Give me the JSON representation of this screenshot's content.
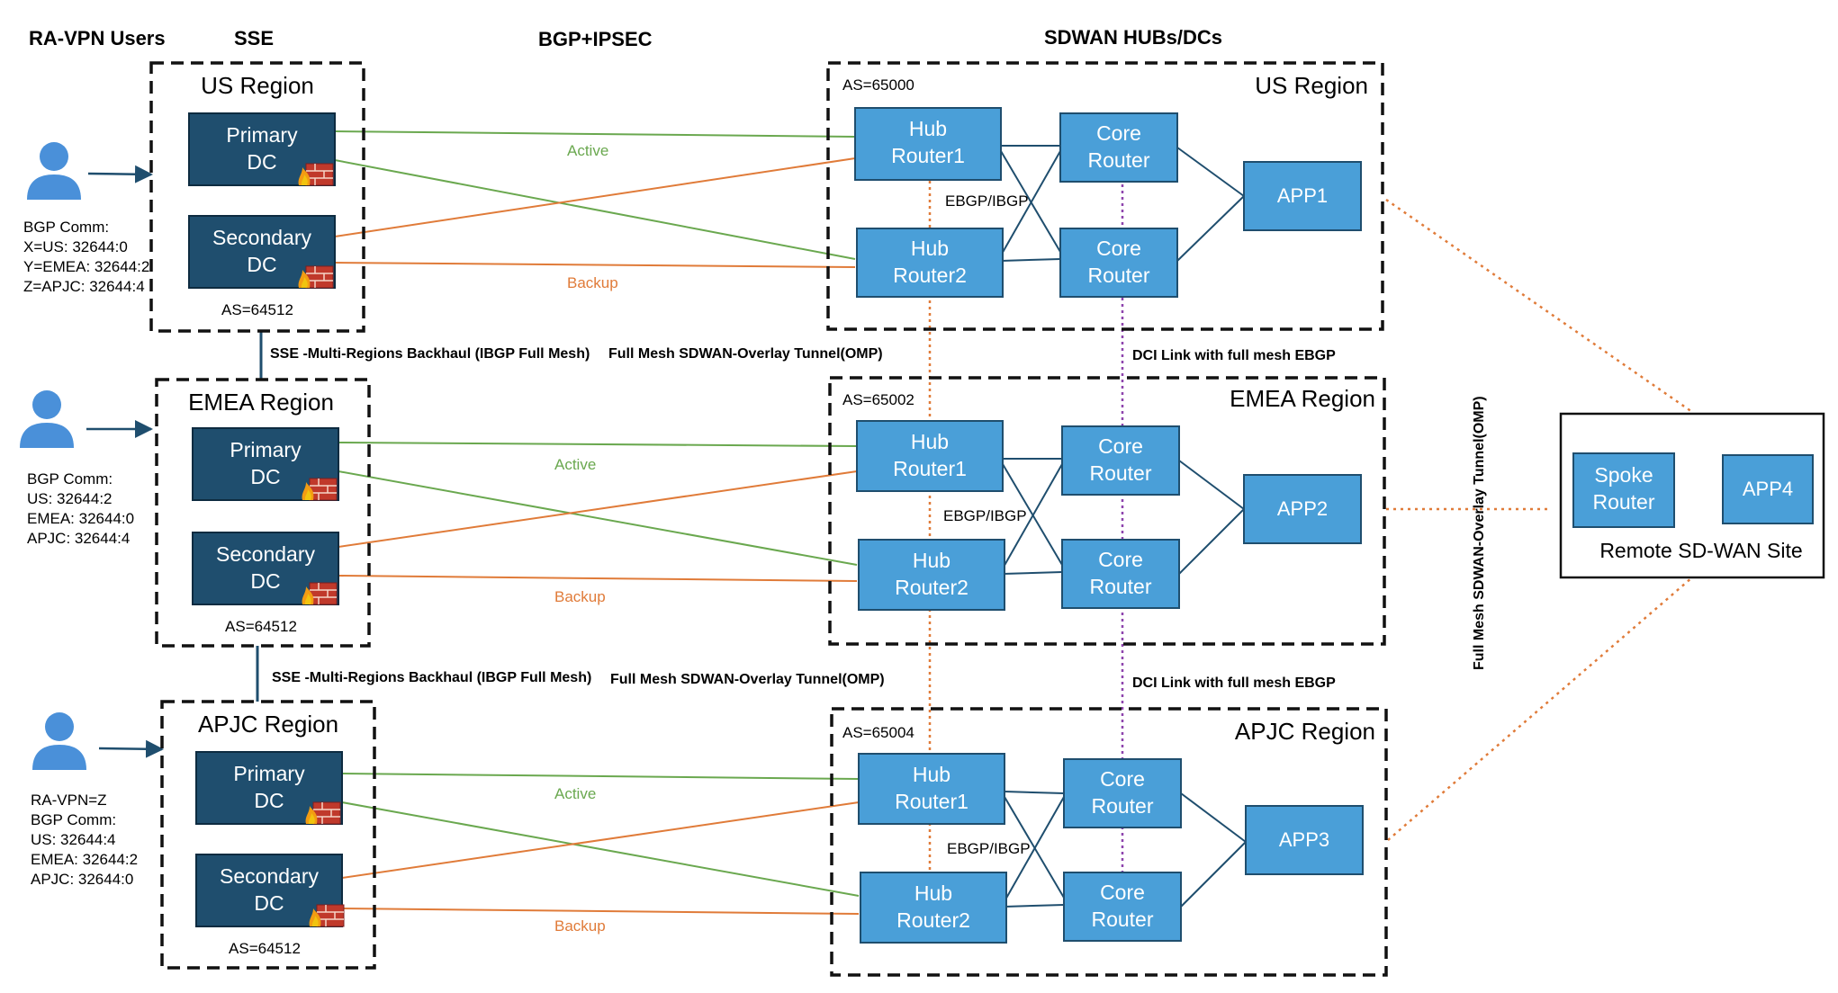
{
  "headers": {
    "ravpn_users": "RA-VPN Users",
    "sse": "SSE",
    "bgp_ipsec": "BGP+IPSEC",
    "sdwan_hubs": "SDWAN HUBs/DCs"
  },
  "sse_regions": [
    {
      "name": "US Region",
      "primary": [
        "Primary",
        "DC"
      ],
      "secondary": [
        "Secondary",
        "DC"
      ],
      "as": "AS=64512"
    },
    {
      "name": "EMEA Region",
      "primary": [
        "Primary",
        "DC"
      ],
      "secondary": [
        "Secondary",
        "DC"
      ],
      "as": "AS=64512"
    },
    {
      "name": "APJC Region",
      "primary": [
        "Primary",
        "DC"
      ],
      "secondary": [
        "Secondary",
        "DC"
      ],
      "as": "AS=64512"
    }
  ],
  "users": [
    {
      "lines": [
        "BGP Comm:",
        "X=US: 32644:0",
        "Y=EMEA: 32644:2",
        "Z=APJC: 32644:4"
      ]
    },
    {
      "lines": [
        "BGP Comm:",
        "US: 32644:2",
        "EMEA: 32644:0",
        "APJC: 32644:4"
      ]
    },
    {
      "lines": [
        "RA-VPN=Z",
        "BGP Comm:",
        "US: 32644:4",
        "EMEA: 32644:2",
        "APJC: 32644:0"
      ]
    }
  ],
  "hub_regions": [
    {
      "name": "US Region",
      "as": "AS=65000",
      "hub1": [
        "Hub",
        "Router1"
      ],
      "hub2": [
        "Hub",
        "Router2"
      ],
      "core1": [
        "Core",
        "Router"
      ],
      "core2": [
        "Core",
        "Router"
      ],
      "app": "APP1",
      "ebgp": "EBGP/IBGP"
    },
    {
      "name": "EMEA Region",
      "as": "AS=65002",
      "hub1": [
        "Hub",
        "Router1"
      ],
      "hub2": [
        "Hub",
        "Router2"
      ],
      "core1": [
        "Core",
        "Router"
      ],
      "core2": [
        "Core",
        "Router"
      ],
      "app": "APP2",
      "ebgp": "EBGP/IBGP"
    },
    {
      "name": "APJC Region",
      "as": "AS=65004",
      "hub1": [
        "Hub",
        "Router1"
      ],
      "hub2": [
        "Hub",
        "Router2"
      ],
      "core1": [
        "Core",
        "Router"
      ],
      "core2": [
        "Core",
        "Router"
      ],
      "app": "APP3",
      "ebgp": "EBGP/IBGP"
    }
  ],
  "links": {
    "active": "Active",
    "backup": "Backup",
    "sse_backhaul": "SSE -Multi-Regions Backhaul (IBGP Full Mesh)",
    "overlay": "Full Mesh SDWAN-Overlay Tunnel(OMP)",
    "dci": "DCI Link with full mesh EBGP",
    "vertical_overlay": "Full Mesh SDWAN-Overlay Tunnel(OMP)"
  },
  "remote_site": {
    "spoke": [
      "Spoke",
      "Router"
    ],
    "app": "APP4",
    "label": "Remote SD-WAN Site"
  },
  "colors": {
    "dark_box": "#1f4e6e",
    "light_box": "#4a9fd8",
    "active_line": "#6aa84f",
    "backup_line": "#e07b39",
    "dci_line": "#8e44ad",
    "user_icon": "#4a90d9"
  }
}
